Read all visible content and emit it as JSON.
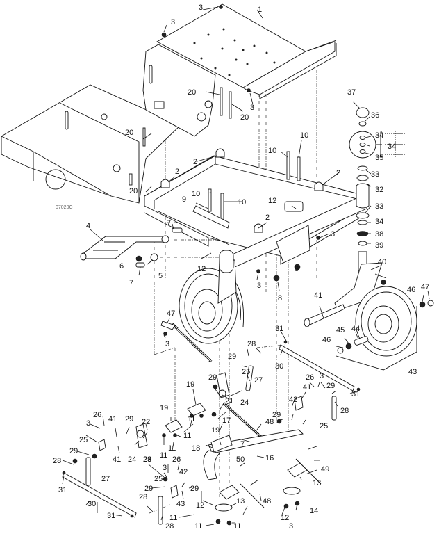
{
  "figure": {
    "drawing_code": "07020C",
    "type": "exploded parts diagram"
  },
  "callouts": [
    {
      "id": "c1",
      "label": "1"
    },
    {
      "id": "c2a",
      "label": "2"
    },
    {
      "id": "c2b",
      "label": "2"
    },
    {
      "id": "c2c",
      "label": "2"
    },
    {
      "id": "c2d",
      "label": "2"
    },
    {
      "id": "c3a",
      "label": "3"
    },
    {
      "id": "c3b",
      "label": "3"
    },
    {
      "id": "c3c",
      "label": "3"
    },
    {
      "id": "c3d",
      "label": "3"
    },
    {
      "id": "c3e",
      "label": "3"
    },
    {
      "id": "c3f",
      "label": "3"
    },
    {
      "id": "c3g",
      "label": "3"
    },
    {
      "id": "c3h",
      "label": "3"
    },
    {
      "id": "c3i",
      "label": "3"
    },
    {
      "id": "c4",
      "label": "4"
    },
    {
      "id": "c5",
      "label": "5"
    },
    {
      "id": "c6",
      "label": "6"
    },
    {
      "id": "c7a",
      "label": "7"
    },
    {
      "id": "c7b",
      "label": "7"
    },
    {
      "id": "c8a",
      "label": "8"
    },
    {
      "id": "c8b",
      "label": "8"
    },
    {
      "id": "c9",
      "label": "9"
    },
    {
      "id": "c10a",
      "label": "10"
    },
    {
      "id": "c10b",
      "label": "10"
    },
    {
      "id": "c10c",
      "label": "10"
    },
    {
      "id": "c10d",
      "label": "10"
    },
    {
      "id": "c11a",
      "label": "11"
    },
    {
      "id": "c11b",
      "label": "11"
    },
    {
      "id": "c11c",
      "label": "11"
    },
    {
      "id": "c11d",
      "label": "11"
    },
    {
      "id": "c11e",
      "label": "11"
    },
    {
      "id": "c11f",
      "label": "11"
    },
    {
      "id": "c11g",
      "label": "11"
    },
    {
      "id": "c12a",
      "label": "12"
    },
    {
      "id": "c12b",
      "label": "12"
    },
    {
      "id": "c12c",
      "label": "12"
    },
    {
      "id": "c12d",
      "label": "12"
    },
    {
      "id": "c13a",
      "label": "13"
    },
    {
      "id": "c13b",
      "label": "13"
    },
    {
      "id": "c14",
      "label": "14"
    },
    {
      "id": "c15",
      "label": "15"
    },
    {
      "id": "c16",
      "label": "16"
    },
    {
      "id": "c17",
      "label": "17"
    },
    {
      "id": "c18",
      "label": "18"
    },
    {
      "id": "c19a",
      "label": "19"
    },
    {
      "id": "c19b",
      "label": "19"
    },
    {
      "id": "c20a",
      "label": "20"
    },
    {
      "id": "c20b",
      "label": "20"
    },
    {
      "id": "c20c",
      "label": "20"
    },
    {
      "id": "c20d",
      "label": "20"
    },
    {
      "id": "c21a",
      "label": "21"
    },
    {
      "id": "c21b",
      "label": "21"
    },
    {
      "id": "c22",
      "label": "22"
    },
    {
      "id": "c23",
      "label": "23"
    },
    {
      "id": "c24a",
      "label": "24"
    },
    {
      "id": "c24b",
      "label": "24"
    },
    {
      "id": "c25a",
      "label": "25"
    },
    {
      "id": "c25b",
      "label": "25"
    },
    {
      "id": "c25c",
      "label": "25"
    },
    {
      "id": "c26a",
      "label": "26"
    },
    {
      "id": "c26b",
      "label": "26"
    },
    {
      "id": "c26c",
      "label": "26"
    },
    {
      "id": "c27a",
      "label": "27"
    },
    {
      "id": "c27b",
      "label": "27"
    },
    {
      "id": "c27c",
      "label": "27"
    },
    {
      "id": "c27d",
      "label": "27"
    },
    {
      "id": "c28a",
      "label": "28"
    },
    {
      "id": "c28b",
      "label": "28"
    },
    {
      "id": "c28c",
      "label": "28"
    },
    {
      "id": "c28d",
      "label": "28"
    },
    {
      "id": "c29a",
      "label": "29"
    },
    {
      "id": "c29b",
      "label": "29"
    },
    {
      "id": "c29c",
      "label": "29"
    },
    {
      "id": "c29d",
      "label": "29"
    },
    {
      "id": "c29e",
      "label": "29"
    },
    {
      "id": "c29f",
      "label": "29"
    },
    {
      "id": "c29g",
      "label": "29"
    },
    {
      "id": "c29h",
      "label": "29"
    },
    {
      "id": "c30a",
      "label": "30"
    },
    {
      "id": "c30b",
      "label": "30"
    },
    {
      "id": "c31a",
      "label": "31"
    },
    {
      "id": "c31b",
      "label": "31"
    },
    {
      "id": "c31c",
      "label": "31"
    },
    {
      "id": "c31d",
      "label": "31"
    },
    {
      "id": "c32a",
      "label": "32"
    },
    {
      "id": "c32b",
      "label": "32"
    },
    {
      "id": "c33a",
      "label": "33"
    },
    {
      "id": "c33b",
      "label": "33"
    },
    {
      "id": "c34a",
      "label": "34"
    },
    {
      "id": "c34b",
      "label": "34"
    },
    {
      "id": "c34c",
      "label": "34"
    },
    {
      "id": "c35",
      "label": "35"
    },
    {
      "id": "c36",
      "label": "36"
    },
    {
      "id": "c37",
      "label": "37"
    },
    {
      "id": "c38",
      "label": "38"
    },
    {
      "id": "c39",
      "label": "39"
    },
    {
      "id": "c40",
      "label": "40"
    },
    {
      "id": "c41a",
      "label": "41"
    },
    {
      "id": "c41b",
      "label": "41"
    },
    {
      "id": "c41c",
      "label": "41"
    },
    {
      "id": "c41d",
      "label": "41"
    },
    {
      "id": "c41e",
      "label": "41"
    },
    {
      "id": "c41f",
      "label": "41"
    },
    {
      "id": "c42",
      "label": "42"
    },
    {
      "id": "c43",
      "label": "43"
    },
    {
      "id": "c44a",
      "label": "44"
    },
    {
      "id": "c44b",
      "label": "44"
    },
    {
      "id": "c45a",
      "label": "45"
    },
    {
      "id": "c45b",
      "label": "45"
    },
    {
      "id": "c46a",
      "label": "46"
    },
    {
      "id": "c46b",
      "label": "46"
    },
    {
      "id": "c47a",
      "label": "47"
    },
    {
      "id": "c47b",
      "label": "47"
    },
    {
      "id": "c48a",
      "label": "48"
    },
    {
      "id": "c48b",
      "label": "48"
    },
    {
      "id": "c49a",
      "label": "49"
    },
    {
      "id": "c49b",
      "label": "49"
    },
    {
      "id": "c50",
      "label": "50"
    }
  ]
}
